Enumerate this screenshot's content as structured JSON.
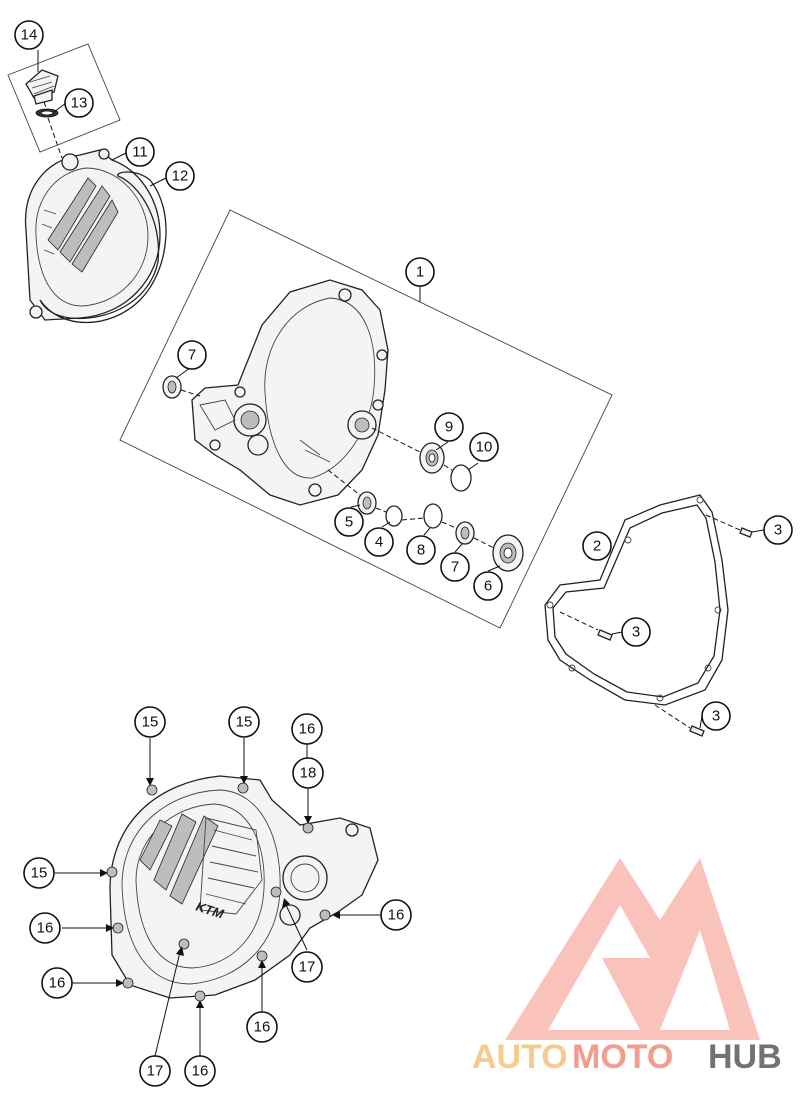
{
  "callouts": [
    {
      "id": "c14",
      "label": "14"
    },
    {
      "id": "c13",
      "label": "13"
    },
    {
      "id": "c11",
      "label": "11"
    },
    {
      "id": "c12",
      "label": "12"
    },
    {
      "id": "c1",
      "label": "1"
    },
    {
      "id": "c7a",
      "label": "7"
    },
    {
      "id": "c9",
      "label": "9"
    },
    {
      "id": "c10",
      "label": "10"
    },
    {
      "id": "c5",
      "label": "5"
    },
    {
      "id": "c4",
      "label": "4"
    },
    {
      "id": "c8",
      "label": "8"
    },
    {
      "id": "c7b",
      "label": "7"
    },
    {
      "id": "c6",
      "label": "6"
    },
    {
      "id": "c2",
      "label": "2"
    },
    {
      "id": "c3a",
      "label": "3"
    },
    {
      "id": "c3b",
      "label": "3"
    },
    {
      "id": "c3c",
      "label": "3"
    },
    {
      "id": "c15a",
      "label": "15"
    },
    {
      "id": "c15b",
      "label": "15"
    },
    {
      "id": "c16a",
      "label": "16"
    },
    {
      "id": "c18",
      "label": "18"
    },
    {
      "id": "c15c",
      "label": "15"
    },
    {
      "id": "c16b",
      "label": "16"
    },
    {
      "id": "c16c",
      "label": "16"
    },
    {
      "id": "c17a",
      "label": "17"
    },
    {
      "id": "c16d",
      "label": "16"
    },
    {
      "id": "c16e",
      "label": "16"
    },
    {
      "id": "c17b",
      "label": "17"
    },
    {
      "id": "c16f",
      "label": "16"
    }
  ],
  "cover_emblem": "KTM",
  "watermark": {
    "part1": "AUTO",
    "part2": "MOTO",
    "part3": "HUB",
    "color_auto": "#f5c27a",
    "color_moto": "#f08c7a",
    "color_hub": "#5a5a5a",
    "triangle_color": "#f27b6e"
  }
}
